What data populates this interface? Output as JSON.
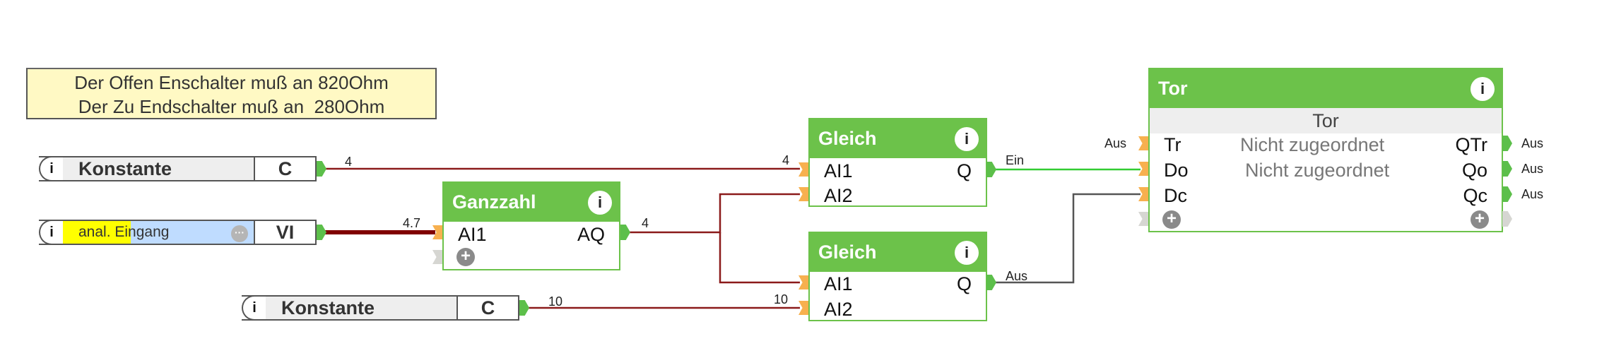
{
  "comment": {
    "lines": [
      "Der Offen Enschalter muß an 820Ohm",
      "Der Zu Endschalter muß an  280Ohm"
    ]
  },
  "constants": [
    {
      "info_icon": "i",
      "name": "Konstante",
      "output_label": "C",
      "value": "4"
    },
    {
      "info_icon": "i",
      "name": "Konstante",
      "output_label": "C",
      "value": "10"
    }
  ],
  "analog_input": {
    "info_icon": "i",
    "name": "anal. Eingang",
    "more_icon": "···",
    "output_label": "VI",
    "value": "4.7"
  },
  "ganzzahl": {
    "title": "Ganzzahl",
    "info_icon": "i",
    "inputs": [
      {
        "label": "AI1",
        "value": "4.7"
      }
    ],
    "outputs": [
      {
        "label": "AQ",
        "value": "4"
      }
    ],
    "add_icon": "+"
  },
  "gleich_1": {
    "title": "Gleich",
    "info_icon": "i",
    "inputs": [
      {
        "label": "AI1",
        "value": "4"
      },
      {
        "label": "AI2",
        "value": ""
      }
    ],
    "outputs": [
      {
        "label": "Q",
        "value": "Ein"
      }
    ]
  },
  "gleich_2": {
    "title": "Gleich",
    "info_icon": "i",
    "inputs": [
      {
        "label": "AI1",
        "value": ""
      },
      {
        "label": "AI2",
        "value": "10"
      }
    ],
    "outputs": [
      {
        "label": "Q",
        "value": "Aus"
      }
    ]
  },
  "tor": {
    "title": "Tor",
    "info_icon": "i",
    "subtitle": "Tor",
    "inputs": [
      {
        "label": "Tr",
        "value": "Aus",
        "assignment": "Nicht zugeordnet"
      },
      {
        "label": "Do",
        "value": "",
        "assignment": "Nicht zugeordnet"
      },
      {
        "label": "Dc",
        "value": ""
      }
    ],
    "outputs": [
      {
        "label": "QTr",
        "value": "Aus"
      },
      {
        "label": "Qo",
        "value": "Aus"
      },
      {
        "label": "Qc",
        "value": "Aus"
      }
    ],
    "add_icon": "+"
  },
  "colors": {
    "block_green": "#6cc24a",
    "wire_analog": "#8b1a1a",
    "wire_digital_on": "#33cc33",
    "wire_digital_off": "#555555",
    "input_port": "#f7b04f",
    "output_port": "#5cbf4a",
    "comment_bg": "#fff9c4"
  }
}
